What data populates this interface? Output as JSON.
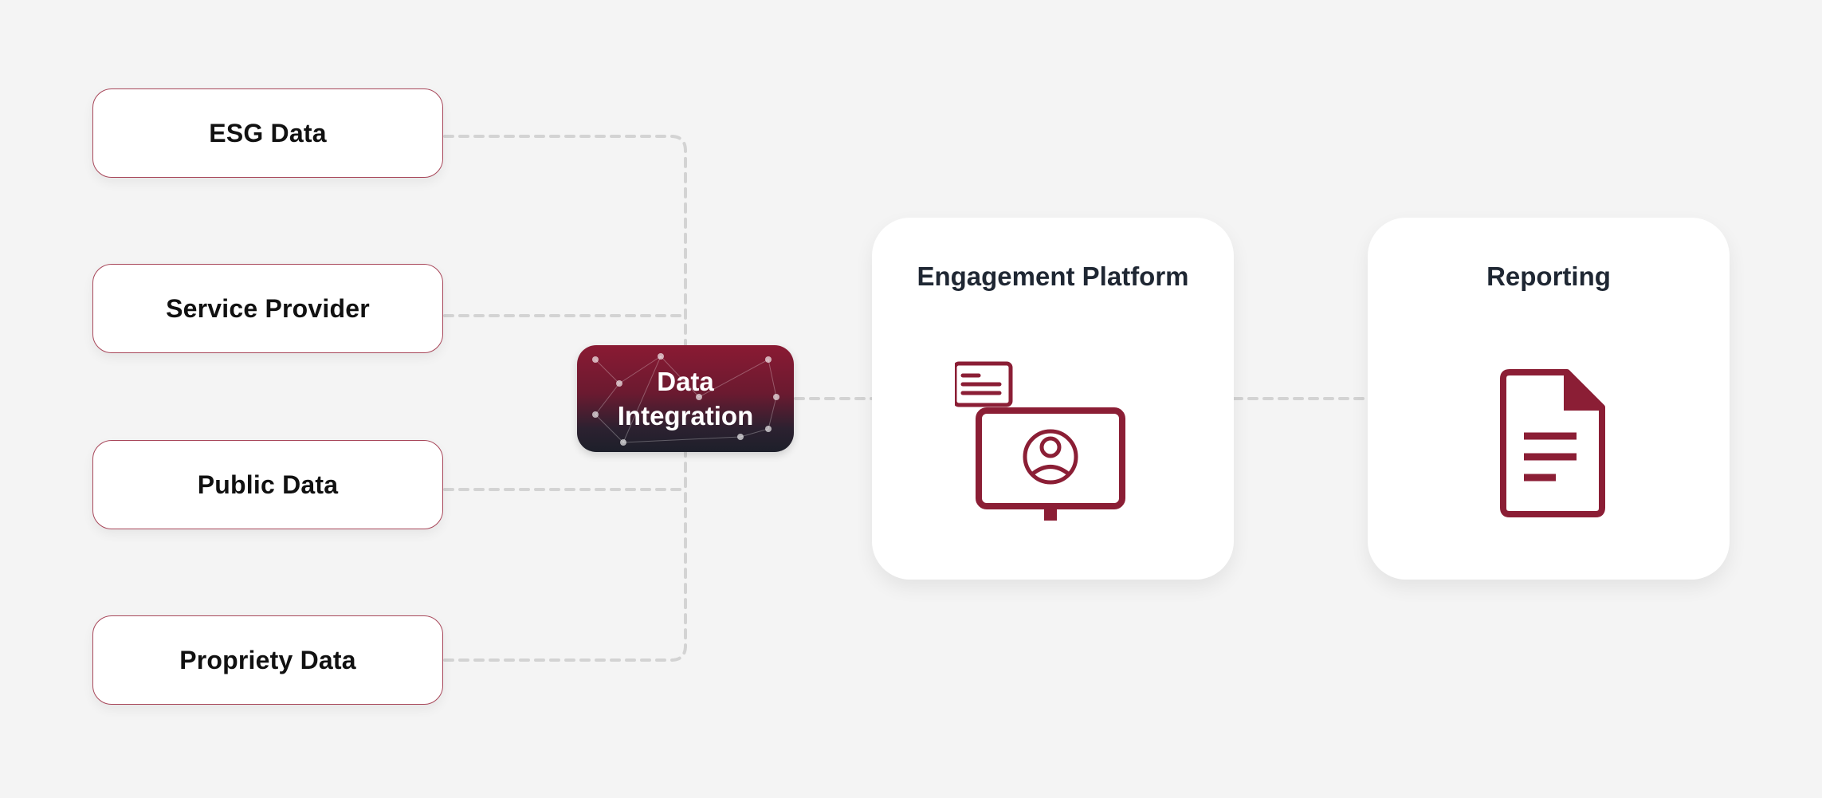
{
  "sources": [
    {
      "label": "ESG Data"
    },
    {
      "label": "Service Provider"
    },
    {
      "label": "Public Data"
    },
    {
      "label": "Propriety Data"
    }
  ],
  "integration": {
    "label": "Data\nIntegration"
  },
  "engagement": {
    "title": "Engagement Platform",
    "icon": "monitor-user-icon"
  },
  "reporting": {
    "title": "Reporting",
    "icon": "document-icon"
  },
  "colors": {
    "accent": "#8b1e35",
    "connector": "#d3d3d3",
    "background": "#f4f4f4",
    "source_border": "#a8475a"
  }
}
